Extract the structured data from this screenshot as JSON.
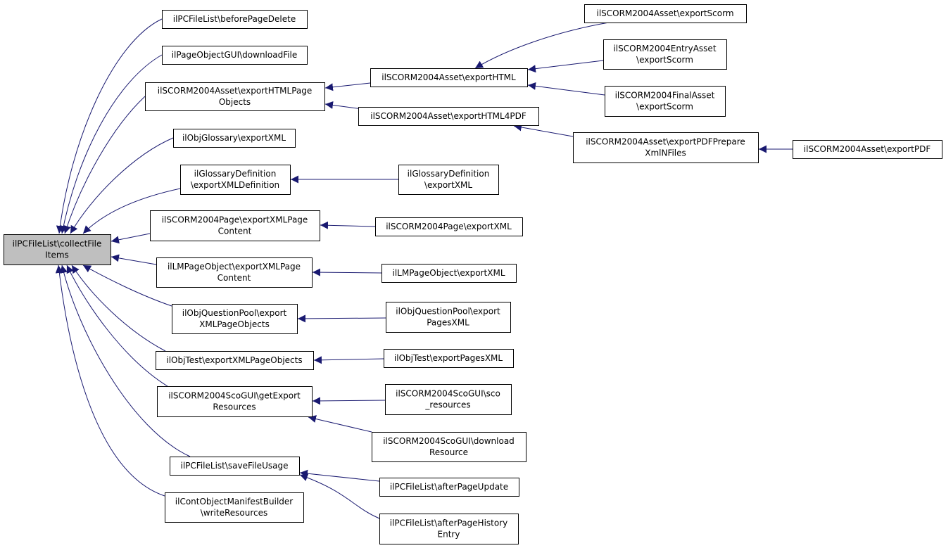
{
  "graph": {
    "nodes": [
      {
        "id": "root",
        "lines": [
          "ilPCFileList\\collectFile",
          "Items"
        ],
        "root": true
      },
      {
        "id": "before_page_delete",
        "lines": [
          "ilPCFileList\\beforePageDelete"
        ]
      },
      {
        "id": "download_file",
        "lines": [
          "ilPageObjectGUI\\downloadFile"
        ]
      },
      {
        "id": "export_html_page_objects",
        "lines": [
          "ilSCORM2004Asset\\exportHTMLPage",
          "Objects"
        ]
      },
      {
        "id": "obj_glossary_export_xml",
        "lines": [
          "ilObjGlossary\\exportXML"
        ]
      },
      {
        "id": "glossary_def_export_xml_def",
        "lines": [
          "ilGlossaryDefinition",
          "\\exportXMLDefinition"
        ]
      },
      {
        "id": "scorm_page_export_xml_content",
        "lines": [
          "ilSCORM2004Page\\exportXMLPage",
          "Content"
        ]
      },
      {
        "id": "lm_page_export_xml_content",
        "lines": [
          "ilLMPageObject\\exportXMLPage",
          "Content"
        ]
      },
      {
        "id": "qpool_export_xml_page_objects",
        "lines": [
          "ilObjQuestionPool\\export",
          "XMLPageObjects"
        ]
      },
      {
        "id": "test_export_xml_page_objects",
        "lines": [
          "ilObjTest\\exportXMLPageObjects"
        ]
      },
      {
        "id": "sco_gui_get_export_resources",
        "lines": [
          "ilSCORM2004ScoGUI\\getExport",
          "Resources"
        ]
      },
      {
        "id": "save_file_usage",
        "lines": [
          "ilPCFileList\\saveFileUsage"
        ]
      },
      {
        "id": "manifest_write_resources",
        "lines": [
          "ilContObjectManifestBuilder",
          "\\writeResources"
        ]
      },
      {
        "id": "asset_export_html",
        "lines": [
          "ilSCORM2004Asset\\exportHTML"
        ]
      },
      {
        "id": "asset_export_html4pdf",
        "lines": [
          "ilSCORM2004Asset\\exportHTML4PDF"
        ]
      },
      {
        "id": "asset_export_scorm",
        "lines": [
          "ilSCORM2004Asset\\exportScorm"
        ]
      },
      {
        "id": "entry_asset_export_scorm",
        "lines": [
          "ilSCORM2004EntryAsset",
          "\\exportScorm"
        ]
      },
      {
        "id": "final_asset_export_scorm",
        "lines": [
          "ilSCORM2004FinalAsset",
          "\\exportScorm"
        ]
      },
      {
        "id": "asset_export_pdf_prepare",
        "lines": [
          "ilSCORM2004Asset\\exportPDFPrepare",
          "XmlNFiles"
        ]
      },
      {
        "id": "asset_export_pdf",
        "lines": [
          "ilSCORM2004Asset\\exportPDF"
        ]
      },
      {
        "id": "glossary_def_export_xml",
        "lines": [
          "ilGlossaryDefinition",
          "\\exportXML"
        ]
      },
      {
        "id": "scorm_page_export_xml",
        "lines": [
          "ilSCORM2004Page\\exportXML"
        ]
      },
      {
        "id": "lm_page_export_xml",
        "lines": [
          "ilLMPageObject\\exportXML"
        ]
      },
      {
        "id": "qpool_export_pages_xml",
        "lines": [
          "ilObjQuestionPool\\export",
          "PagesXML"
        ]
      },
      {
        "id": "test_export_pages_xml",
        "lines": [
          "ilObjTest\\exportPagesXML"
        ]
      },
      {
        "id": "sco_gui_sco_resources",
        "lines": [
          "ilSCORM2004ScoGUI\\sco",
          "_resources"
        ]
      },
      {
        "id": "sco_gui_download_resource",
        "lines": [
          "ilSCORM2004ScoGUI\\download",
          "Resource"
        ]
      },
      {
        "id": "after_page_update",
        "lines": [
          "ilPCFileList\\afterPageUpdate"
        ]
      },
      {
        "id": "after_page_history_entry",
        "lines": [
          "ilPCFileList\\afterPageHistory",
          "Entry"
        ]
      }
    ],
    "edges": [
      {
        "from": "before_page_delete",
        "to": "root"
      },
      {
        "from": "download_file",
        "to": "root"
      },
      {
        "from": "export_html_page_objects",
        "to": "root"
      },
      {
        "from": "obj_glossary_export_xml",
        "to": "root"
      },
      {
        "from": "glossary_def_export_xml_def",
        "to": "root"
      },
      {
        "from": "scorm_page_export_xml_content",
        "to": "root"
      },
      {
        "from": "lm_page_export_xml_content",
        "to": "root"
      },
      {
        "from": "qpool_export_xml_page_objects",
        "to": "root"
      },
      {
        "from": "test_export_xml_page_objects",
        "to": "root"
      },
      {
        "from": "sco_gui_get_export_resources",
        "to": "root"
      },
      {
        "from": "save_file_usage",
        "to": "root"
      },
      {
        "from": "manifest_write_resources",
        "to": "root"
      },
      {
        "from": "asset_export_html",
        "to": "export_html_page_objects"
      },
      {
        "from": "asset_export_html4pdf",
        "to": "export_html_page_objects"
      },
      {
        "from": "asset_export_scorm",
        "to": "asset_export_html"
      },
      {
        "from": "entry_asset_export_scorm",
        "to": "asset_export_html"
      },
      {
        "from": "final_asset_export_scorm",
        "to": "asset_export_html"
      },
      {
        "from": "asset_export_pdf_prepare",
        "to": "asset_export_html4pdf"
      },
      {
        "from": "asset_export_pdf",
        "to": "asset_export_pdf_prepare"
      },
      {
        "from": "glossary_def_export_xml",
        "to": "glossary_def_export_xml_def"
      },
      {
        "from": "scorm_page_export_xml",
        "to": "scorm_page_export_xml_content"
      },
      {
        "from": "lm_page_export_xml",
        "to": "lm_page_export_xml_content"
      },
      {
        "from": "qpool_export_pages_xml",
        "to": "qpool_export_xml_page_objects"
      },
      {
        "from": "test_export_pages_xml",
        "to": "test_export_xml_page_objects"
      },
      {
        "from": "sco_gui_sco_resources",
        "to": "sco_gui_get_export_resources"
      },
      {
        "from": "sco_gui_download_resource",
        "to": "sco_gui_get_export_resources"
      },
      {
        "from": "after_page_update",
        "to": "save_file_usage"
      },
      {
        "from": "after_page_history_entry",
        "to": "save_file_usage"
      }
    ],
    "colors": {
      "edge": "#191970",
      "root_fill": "#bfbfbf",
      "node_fill": "#ffffff",
      "border": "#000000"
    }
  }
}
